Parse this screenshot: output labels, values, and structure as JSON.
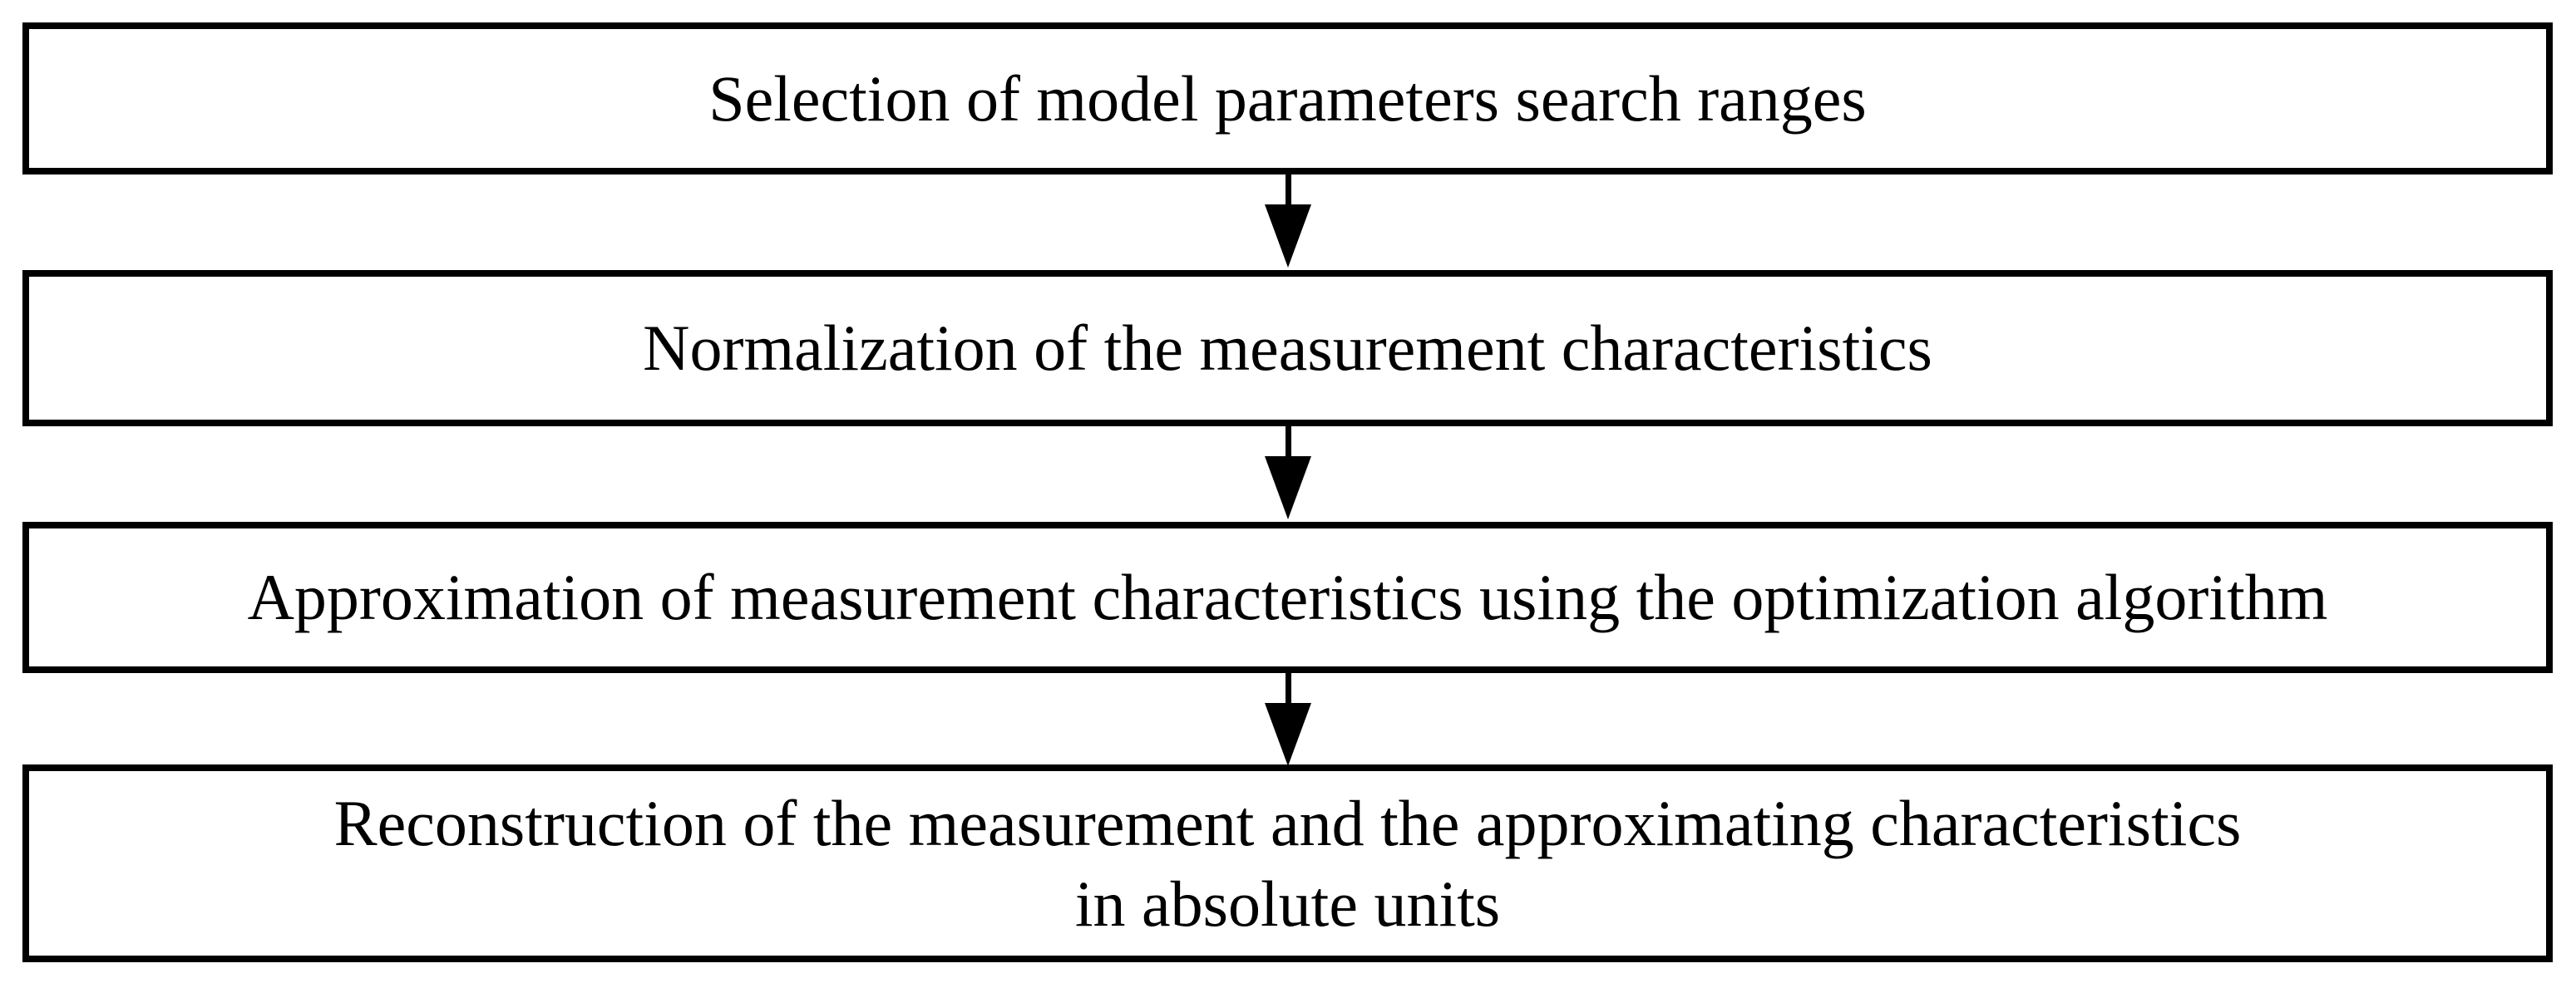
{
  "figure": {
    "type": "flowchart",
    "colors": {
      "background": "#ffffff",
      "box_fill": "#ffffff",
      "box_border": "#000000",
      "text": "#000000",
      "arrow": "#000000"
    },
    "steps": [
      {
        "lines": [
          "Selection of model parameters search ranges"
        ]
      },
      {
        "lines": [
          "Normalization of the measurement characteristics"
        ]
      },
      {
        "lines": [
          "Approximation of measurement characteristics using the optimization algorithm"
        ]
      },
      {
        "lines": [
          "Reconstruction of the measurement and the approximating characteristics",
          "in absolute units"
        ]
      }
    ],
    "arrows": [
      {
        "from_step": 1,
        "to_step": 2,
        "direction": "down"
      },
      {
        "from_step": 2,
        "to_step": 3,
        "direction": "down"
      },
      {
        "from_step": 3,
        "to_step": 4,
        "direction": "down"
      }
    ]
  }
}
